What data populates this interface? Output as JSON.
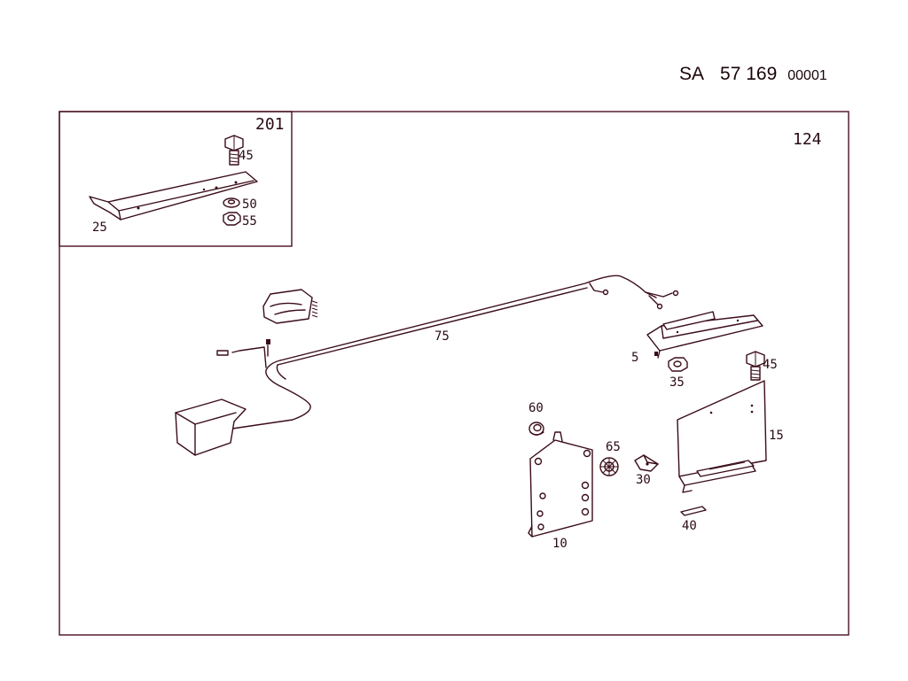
{
  "header": {
    "prefix": "SA",
    "group_number": "57 169",
    "sheet_number": "00001"
  },
  "inset": {
    "model_label": "201",
    "callouts": {
      "bolt": "45",
      "bracket": "25",
      "washer": "50",
      "nut": "55"
    }
  },
  "main": {
    "model_label": "124",
    "callouts": {
      "cable_harness": "75",
      "mounting_rail": "5",
      "nut": "35",
      "bolt": "45",
      "cover_plate": "15",
      "clip_nut": "60",
      "grommet": "65",
      "spring_clip": "30",
      "base_plate": "10",
      "strip": "40"
    }
  },
  "colors": {
    "line": "#3a0c18",
    "frame": "#4a0f1f",
    "text": "#2a0a12"
  }
}
